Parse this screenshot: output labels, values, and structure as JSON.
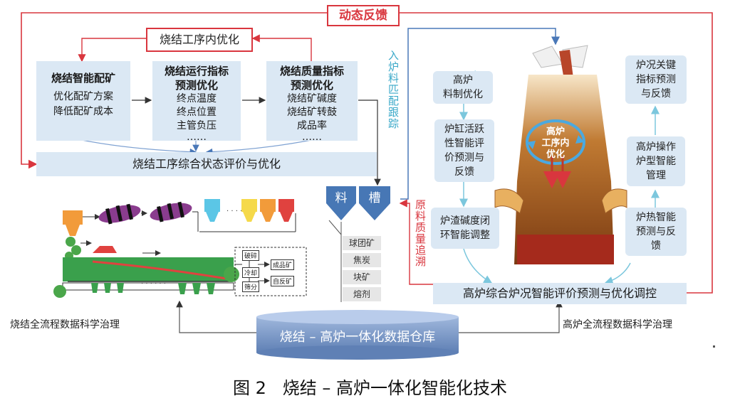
{
  "feedback_label": "动态反馈",
  "sinter_opt_title": "烧结工序内优化",
  "box_ore": {
    "title": "烧结智能配矿",
    "lines": [
      "优化配矿方案",
      "降低配矿成本"
    ]
  },
  "box_run": {
    "title": "烧结运行指标\n预测优化",
    "lines": [
      "终点温度",
      "终点位置",
      "主管负压",
      "……"
    ]
  },
  "box_quality": {
    "title": "烧结质量指标\n预测优化",
    "lines": [
      "烧结矿碱度",
      "烧结矿转鼓",
      "成品率",
      "……"
    ]
  },
  "sinter_eval_bar": "烧结工序综合状态评价与优化",
  "hopper": {
    "left": "料",
    "right": "槽"
  },
  "materials": [
    "球团矿",
    "焦炭",
    "块矿",
    "熔剂"
  ],
  "charge_tracking": "入炉料匹配跟踪",
  "quality_tracing": "原料质量追溯",
  "process_labels": {
    "crush": "破碎",
    "product": "成品矿",
    "cool": "冷却",
    "return": "自反矿",
    "screen": "筛分"
  },
  "furnace_center": "高炉\n工序内\n优化",
  "bf_left": [
    "高炉\n料制优化",
    "炉缸活跃\n性智能评\n价预测与\n反馈",
    "炉渣碱度闭\n环智能调整"
  ],
  "bf_right": [
    "炉况关键\n指标预测\n与反馈",
    "高炉操作\n炉型智能\n管理",
    "炉热智能\n预测与反\n馈"
  ],
  "bf_eval_bar": "高炉综合炉况智能评价预测与优化调控",
  "governance_left": "烧结全流程数据科学治理",
  "governance_right": "高炉全流程数据科学治理",
  "warehouse": "烧结 – 高炉一体化数据仓库",
  "figure_caption": "图 2   烧结 – 高炉一体化智能化技术",
  "colors": {
    "red": "#d9363e",
    "blue_arrow": "#4a78b8",
    "box_bg": "#dbe8f4",
    "cylinder": "#6f8fc0",
    "text_cyan": "#3ba9c9"
  }
}
